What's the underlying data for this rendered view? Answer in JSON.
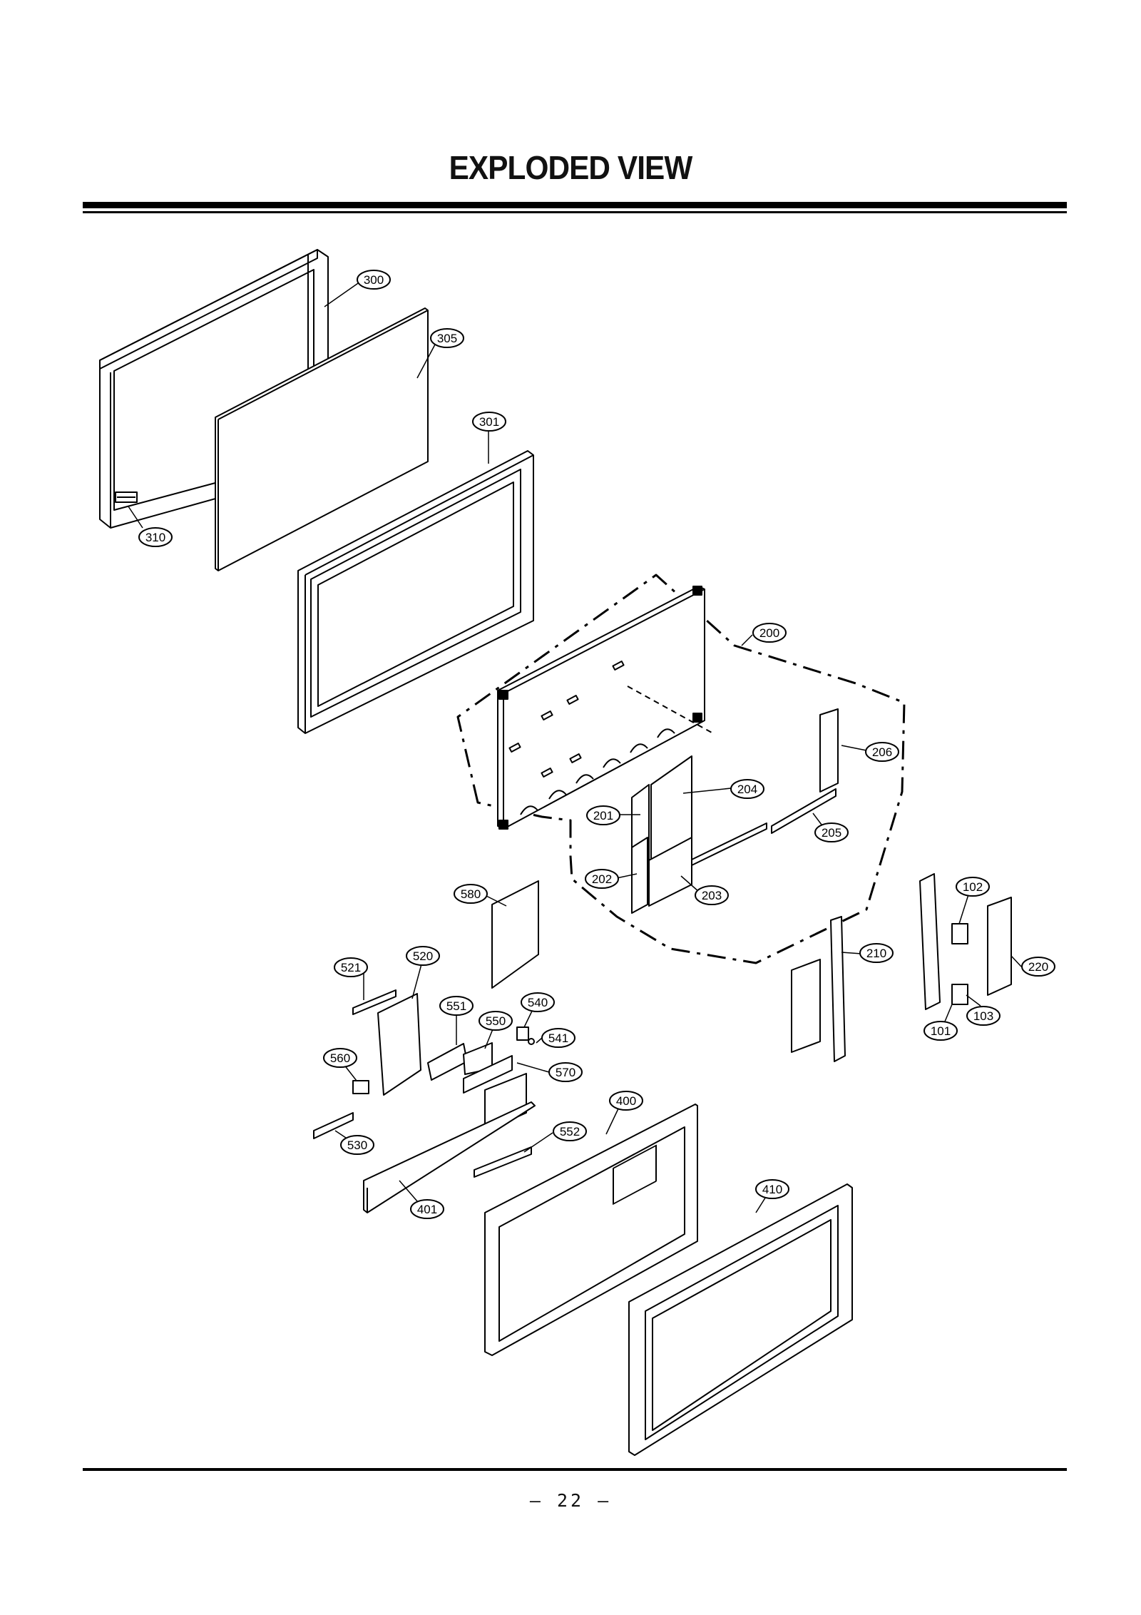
{
  "title": "EXPLODED VIEW",
  "page_number": "– 22 –",
  "part_labels": {
    "p300": "300",
    "p305": "305",
    "p301": "301",
    "p310": "310",
    "p200": "200",
    "p206": "206",
    "p204": "204",
    "p201": "201",
    "p205": "205",
    "p202": "202",
    "p203": "203",
    "p580": "580",
    "p521": "521",
    "p520": "520",
    "p551": "551",
    "p540": "540",
    "p550": "550",
    "p541": "541",
    "p560": "560",
    "p570": "570",
    "p530": "530",
    "p400": "400",
    "p552": "552",
    "p401": "401",
    "p410": "410",
    "p210": "210",
    "p102": "102",
    "p220": "220",
    "p103": "103",
    "p101": "101"
  }
}
